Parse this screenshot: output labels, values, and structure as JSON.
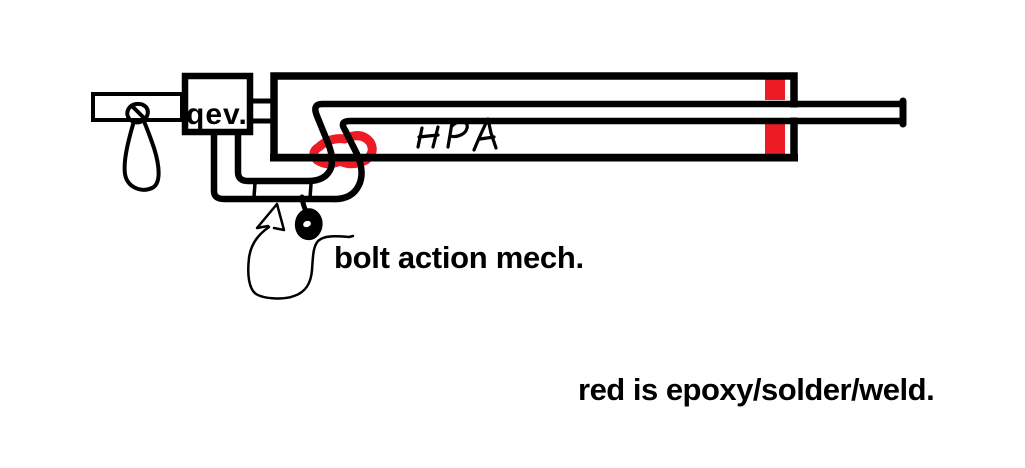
{
  "diagram": {
    "background_color": "#ffffff",
    "ink_color": "#000000",
    "weld_color": "#ed1c24",
    "labels": {
      "qev": "qev.",
      "hpa": "HPA",
      "bolt_action": "bolt action mech.",
      "legend": "red is epoxy/solder/weld."
    }
  }
}
